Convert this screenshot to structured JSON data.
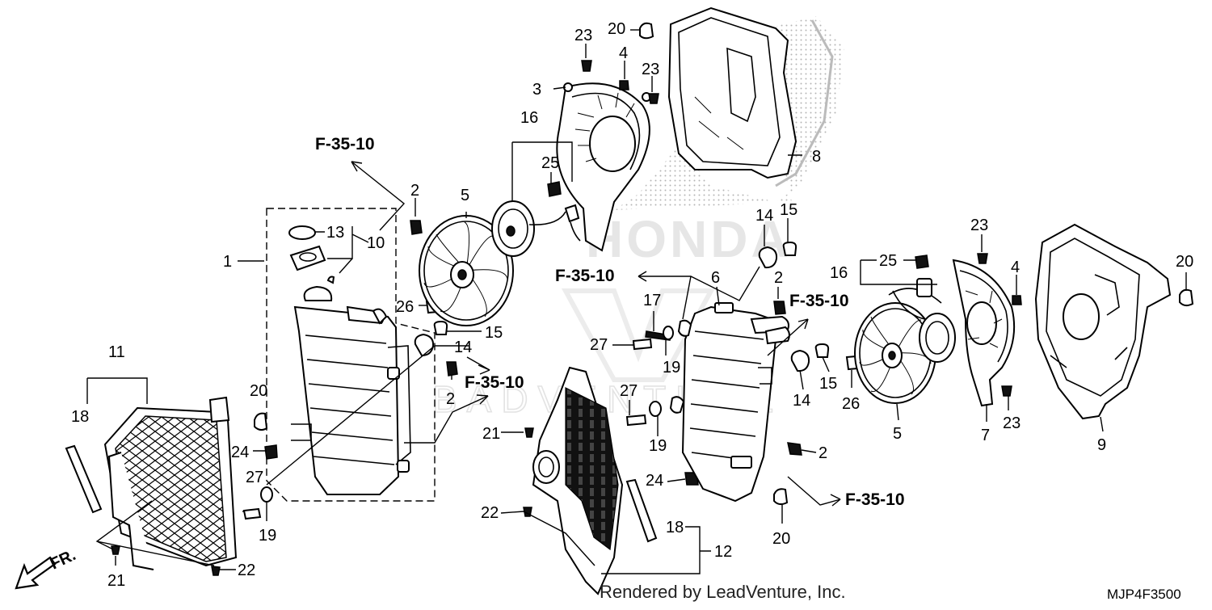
{
  "diagram": {
    "diagram_code": "MJP4F3500",
    "watermark": "Rendered by LeadVenture, Inc.",
    "background_brand_text": "HONDA",
    "background_site_text": "BADVENTURE",
    "front_indicator": "FR.",
    "reference_label": "F-35-10",
    "callouts": {
      "1": "1",
      "2": "2",
      "3": "3",
      "4": "4",
      "5": "5",
      "6": "6",
      "7": "7",
      "8": "8",
      "9": "9",
      "10": "10",
      "11": "11",
      "12": "12",
      "13": "13",
      "14": "14",
      "15": "15",
      "16": "16",
      "17": "17",
      "18": "18",
      "19": "19",
      "20": "20",
      "21": "21",
      "22": "22",
      "23": "23",
      "24": "24",
      "25": "25",
      "26": "26",
      "27": "27"
    }
  }
}
